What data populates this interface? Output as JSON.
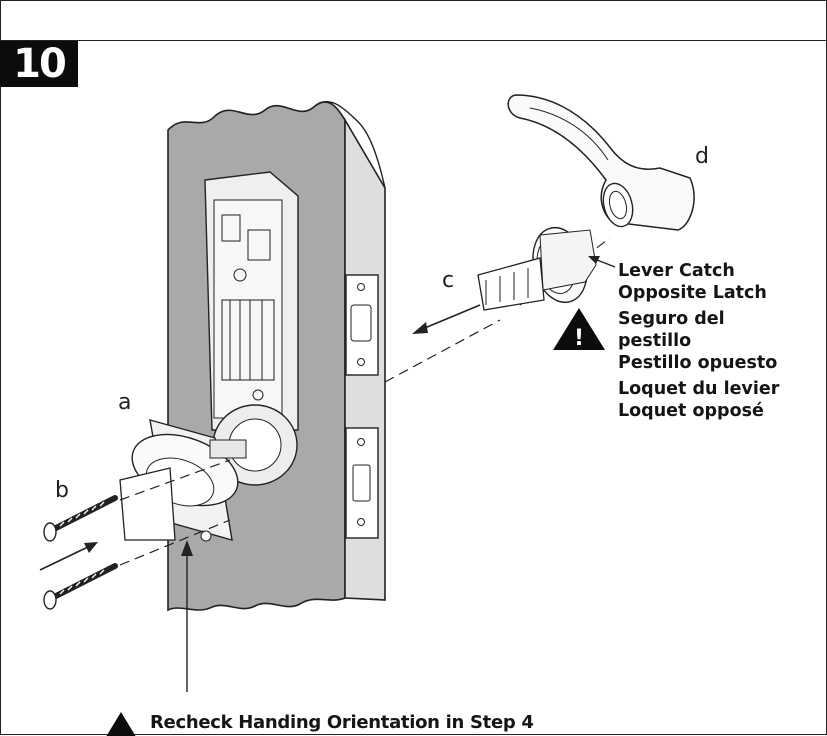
{
  "step": {
    "number": "10"
  },
  "part_labels": {
    "a": "a",
    "b": "b",
    "c": "c",
    "d": "d"
  },
  "callout": {
    "lines": [
      "Lever Catch",
      "Opposite Latch",
      "Seguro del",
      "pestillo",
      "Pestillo opuesto",
      "Loquet du levier",
      "Loquet opposé"
    ]
  },
  "warning": {
    "glyph": "!"
  },
  "bottom_note": "Recheck Handing Orientation in Step 4",
  "icons": {
    "warning": "warning-triangle-icon"
  },
  "colors": {
    "door": "#a9a9a9",
    "door_edge": "#dcdcdc",
    "black": "#0c0c0c"
  }
}
